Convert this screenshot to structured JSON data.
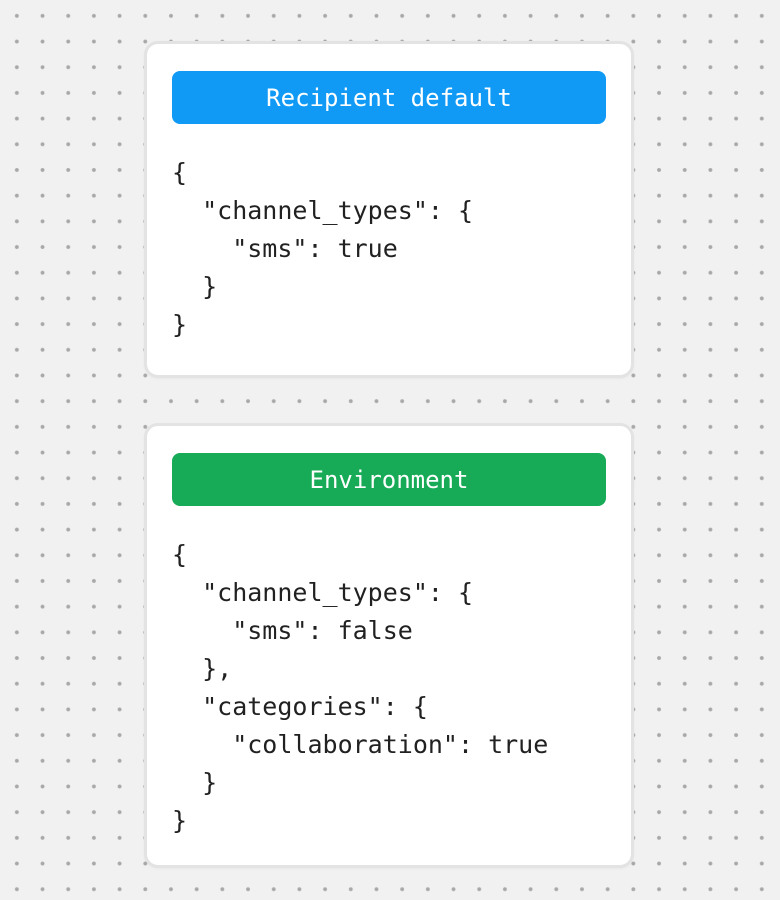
{
  "figure": {
    "background_color": "#f1f1f1",
    "dot_color": "#a8a8a8",
    "card_background": "#ffffff",
    "card_border_color": "#e3e3e3",
    "code_text_color": "#212121"
  },
  "cards": [
    {
      "name": "recipient-default",
      "header": {
        "label": "Recipient default",
        "background_color": "#119af5",
        "text_color": "#ffffff"
      },
      "code_lines": [
        "{",
        "  \"channel_types\": {",
        "    \"sms\": true",
        "  }",
        "}"
      ]
    },
    {
      "name": "environment",
      "header": {
        "label": "Environment",
        "background_color": "#17ab57",
        "text_color": "#ffffff"
      },
      "code_lines": [
        "{",
        "  \"channel_types\": {",
        "    \"sms\": false",
        "  },",
        "  \"categories\": {",
        "    \"collaboration\": true",
        "  }",
        "}"
      ]
    }
  ]
}
